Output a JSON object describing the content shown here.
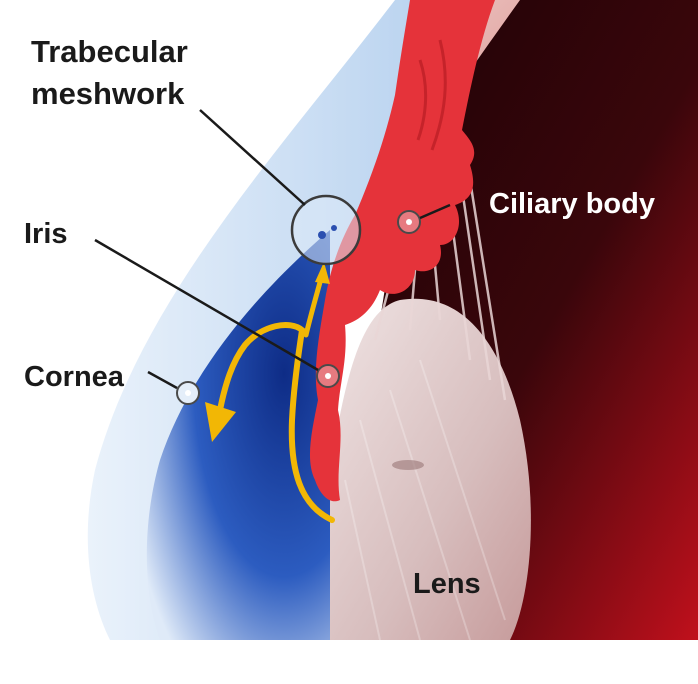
{
  "labels": {
    "trabecular_line1": "Trabecular",
    "trabecular_line2": "meshwork",
    "ciliary_body": "Ciliary body",
    "iris": "Iris",
    "cornea": "Cornea",
    "lens": "Lens"
  },
  "colors": {
    "background": "#ffffff",
    "cornea": "#cfe3f6",
    "anterior_chamber": "#1d3f9a",
    "ciliary_body": "#e8343a",
    "posterior_dark": "#2a0509",
    "lens": "#d9c4c4",
    "aqueous_flow_arrow": "#f2b705"
  },
  "icons": {
    "marker": "circle-dot-marker",
    "flow": "aqueous-flow-arrow"
  }
}
